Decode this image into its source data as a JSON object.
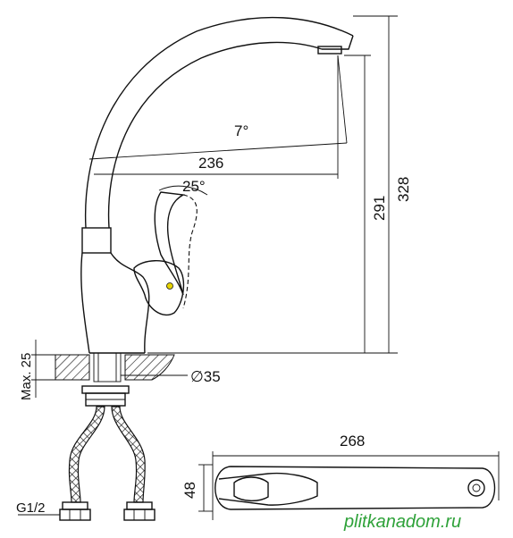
{
  "dimensions": {
    "total_height": "328",
    "spout_height": "291",
    "spout_reach": "236",
    "spout_angle": "7°",
    "lever_angle": "25°",
    "hole_diameter": "∅35",
    "max_thickness": "Max. 25",
    "thread": "G1/2",
    "top_view_length": "268",
    "top_view_width": "48"
  },
  "watermark": "plitkanadom.ru",
  "colors": {
    "line": "#111111",
    "watermark": "#2fa23a",
    "indicator": "#e6d300"
  }
}
